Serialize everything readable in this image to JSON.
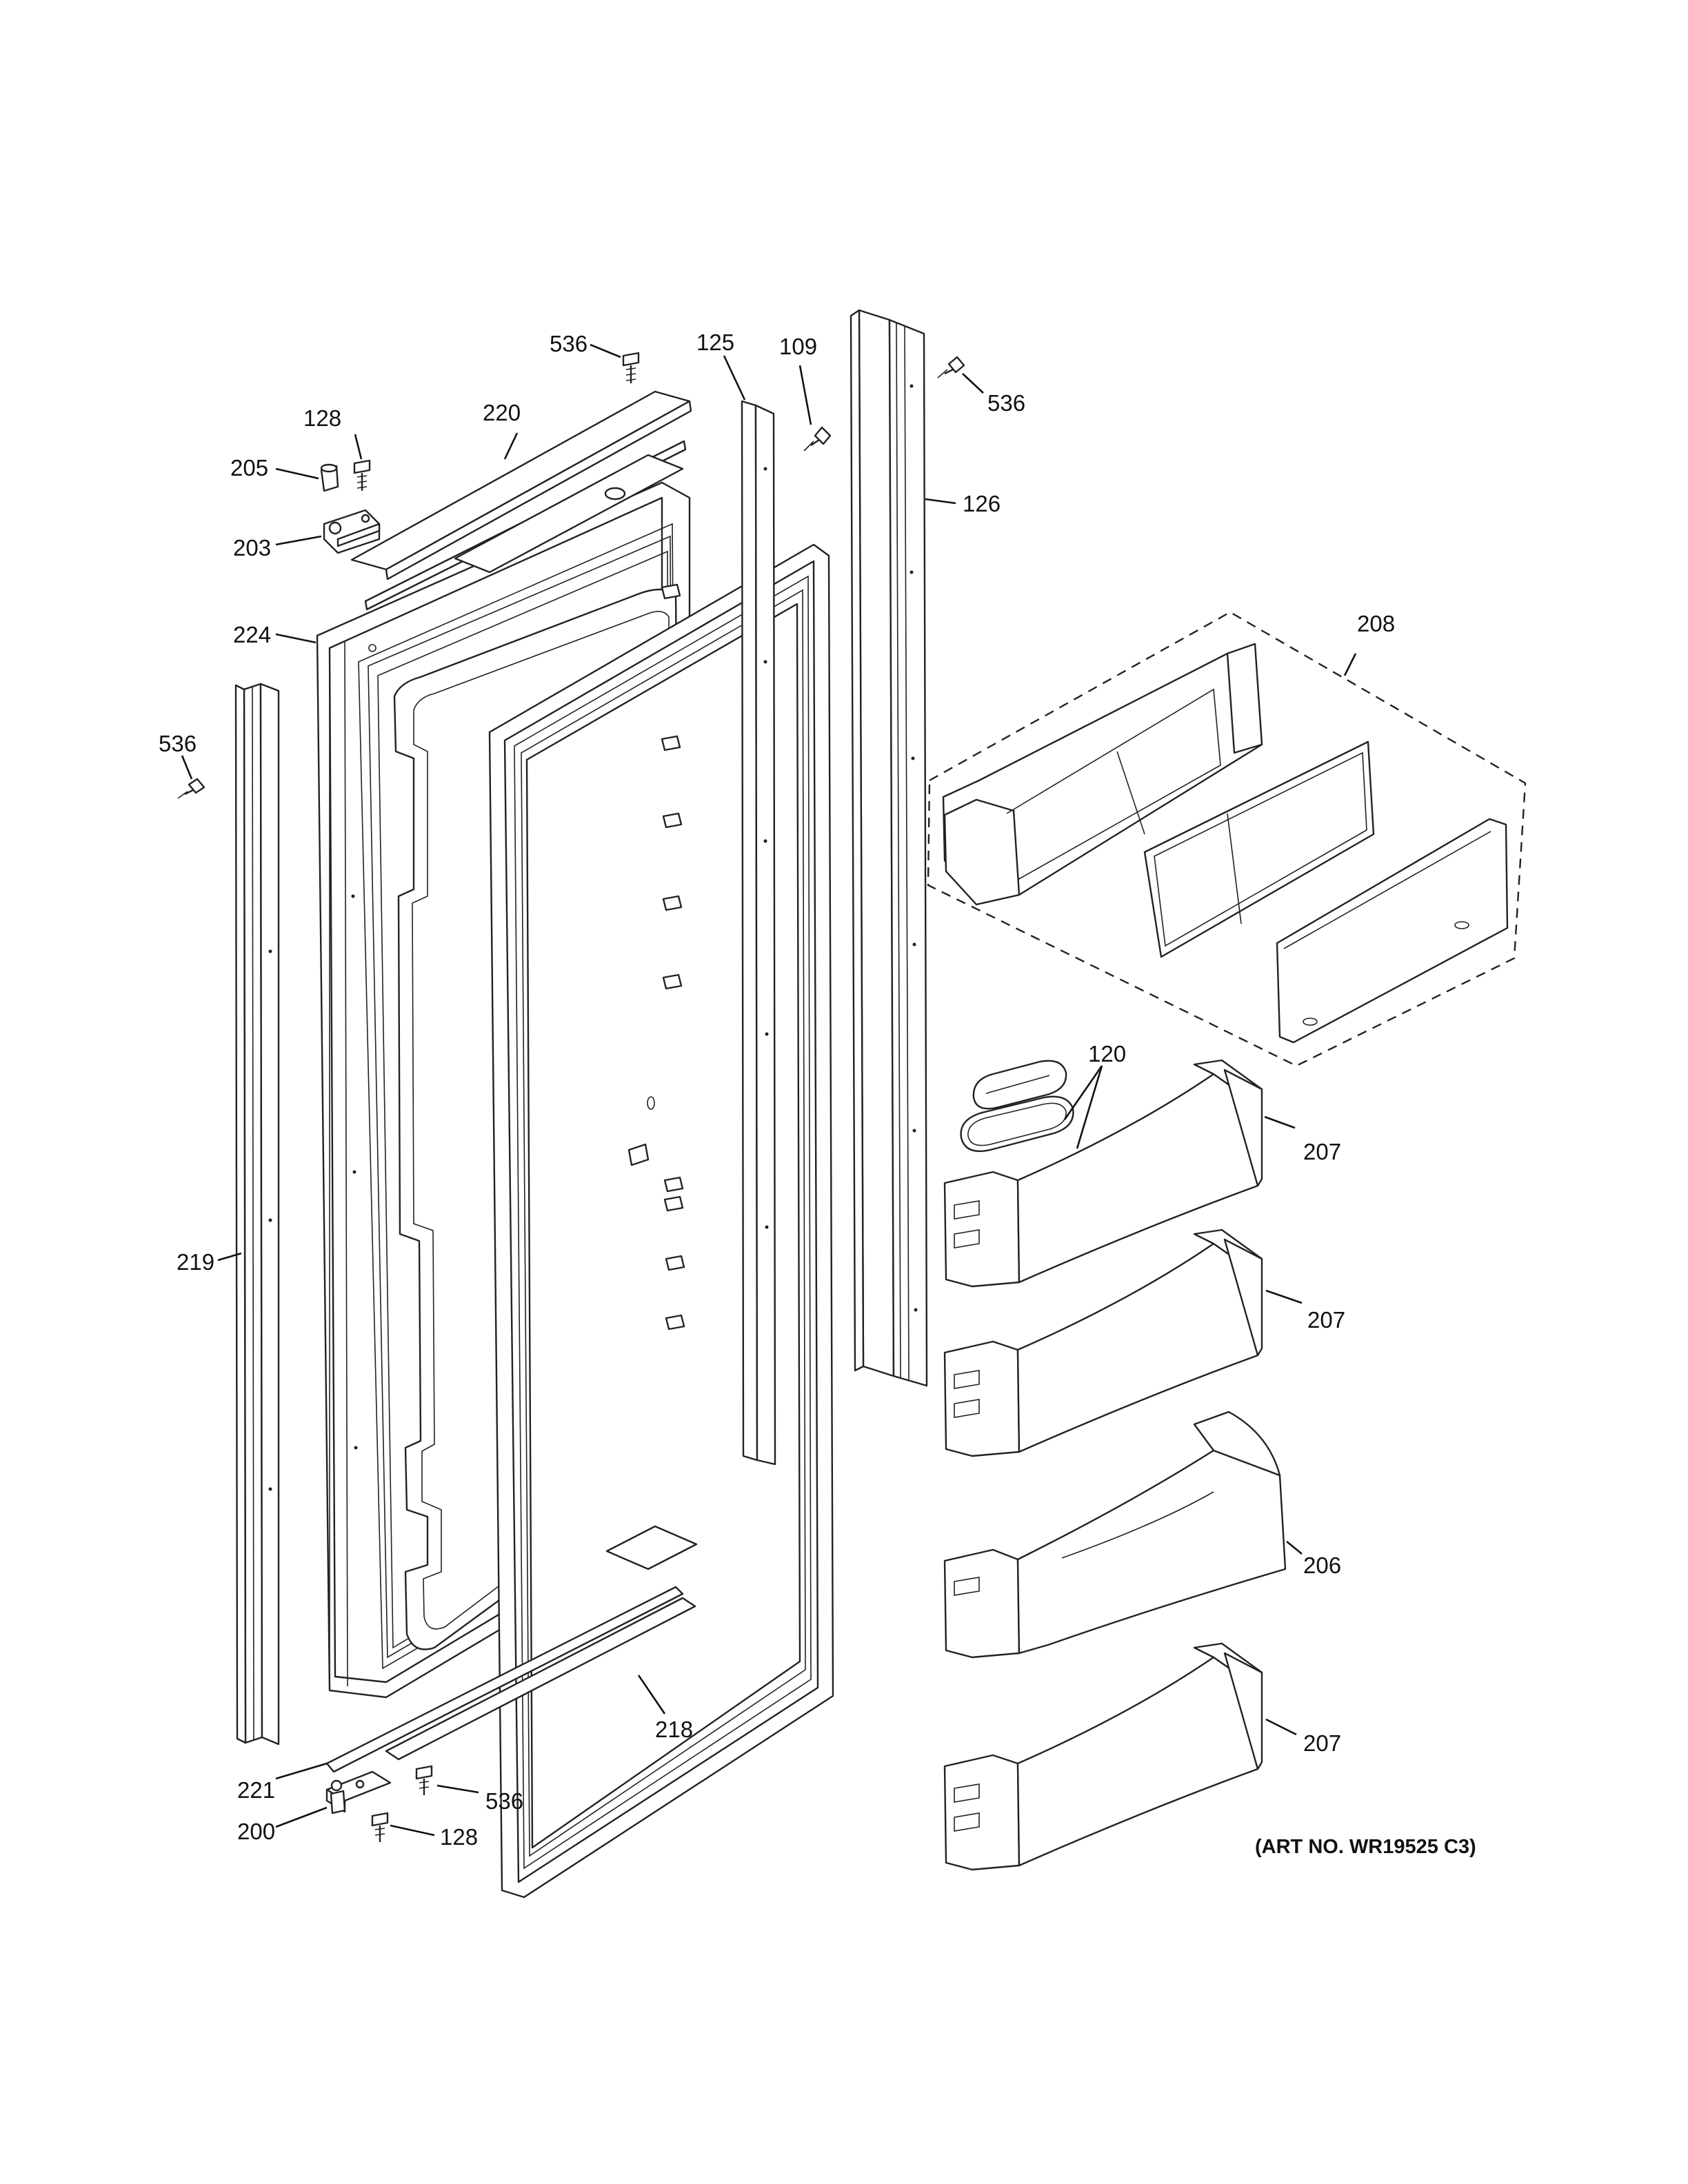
{
  "callouts": {
    "c536_top": "536",
    "c125": "125",
    "c109": "109",
    "c536_right": "536",
    "c128_top": "128",
    "c220": "220",
    "c205": "205",
    "c126": "126",
    "c203": "203",
    "c224": "224",
    "c208": "208",
    "c536_left": "536",
    "c120": "120",
    "c207_a": "207",
    "c219": "219",
    "c207_b": "207",
    "c206": "206",
    "c218": "218",
    "c207_c": "207",
    "c221": "221",
    "c536_bottom": "536",
    "c200": "200",
    "c128_bottom": "128"
  },
  "art_number": "(ART NO. WR19525 C3)"
}
